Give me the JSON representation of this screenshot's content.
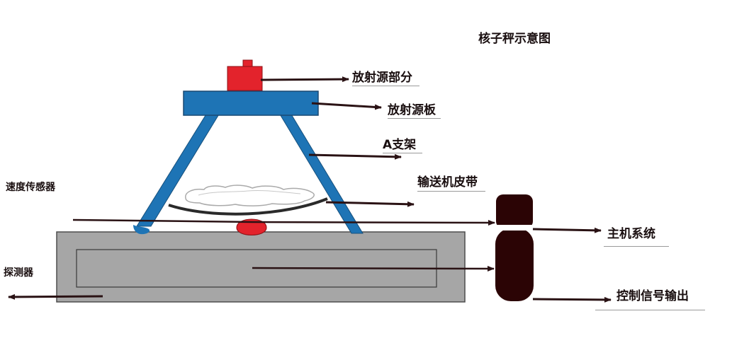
{
  "title": "核子秤示意图",
  "labels": {
    "radiation_source": "放射源部分",
    "source_plate": "放射源板",
    "a_frame": "A支架",
    "conveyor_belt": "输送机皮带",
    "speed_sensor": "速度传感器",
    "detector": "探测器",
    "host_system": "主机系统",
    "control_output": "控制信号输出"
  },
  "colors": {
    "source_red": "#e3232c",
    "plate_blue": "#1e74b5",
    "frame_blue": "#1e74b5",
    "detector_gray": "#a6a6a6",
    "host_darkbrown": "#2b0405",
    "arrow": "#2a1214",
    "title_text": "#1a0f10"
  }
}
